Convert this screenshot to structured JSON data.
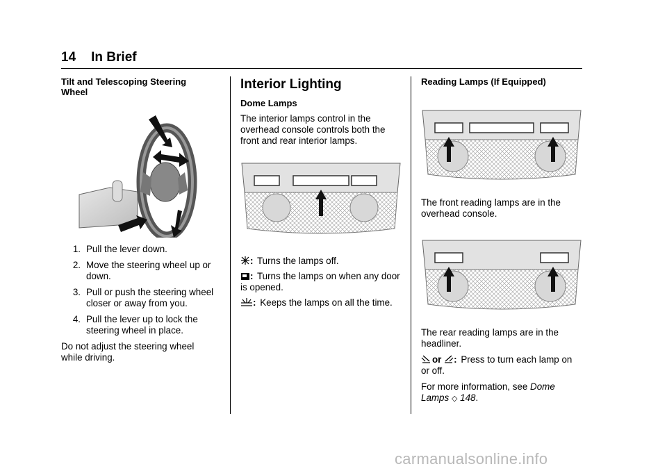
{
  "header": {
    "page_number": "14",
    "title": "In Brief"
  },
  "col1": {
    "heading": "Tilt and Telescoping Steering Wheel",
    "steps": [
      {
        "num": "1.",
        "text": "Pull the lever down."
      },
      {
        "num": "2.",
        "text": "Move the steering wheel up or down."
      },
      {
        "num": "3.",
        "text": "Pull or push the steering wheel closer or away from you."
      },
      {
        "num": "4.",
        "text": "Pull the lever up to lock the steering wheel in place."
      }
    ],
    "note": "Do not adjust the steering wheel while driving."
  },
  "col2": {
    "section_title": "Interior Lighting",
    "subheading": "Dome Lamps",
    "intro": "The interior lamps control in the overhead console controls both the front and rear interior lamps.",
    "items": [
      {
        "icon": "lamps-off-icon",
        "text": "Turns the lamps off."
      },
      {
        "icon": "door-lamp-icon",
        "text": "Turns the lamps on when any door is opened."
      },
      {
        "icon": "lamps-on-icon",
        "text": "Keeps the lamps on all the time."
      }
    ]
  },
  "col3": {
    "heading": "Reading Lamps (If Equipped)",
    "front_text": "The front reading lamps are in the overhead console.",
    "rear_text": "The rear reading lamps are in the headliner.",
    "reading_or": "or",
    "reading_text": "Press to turn each lamp on or off.",
    "more_info_prefix": "For more information, see",
    "more_info_link": "Dome Lamps",
    "more_info_page": "148",
    "more_info_suffix": "."
  },
  "watermark": "carmanualsonline.info"
}
